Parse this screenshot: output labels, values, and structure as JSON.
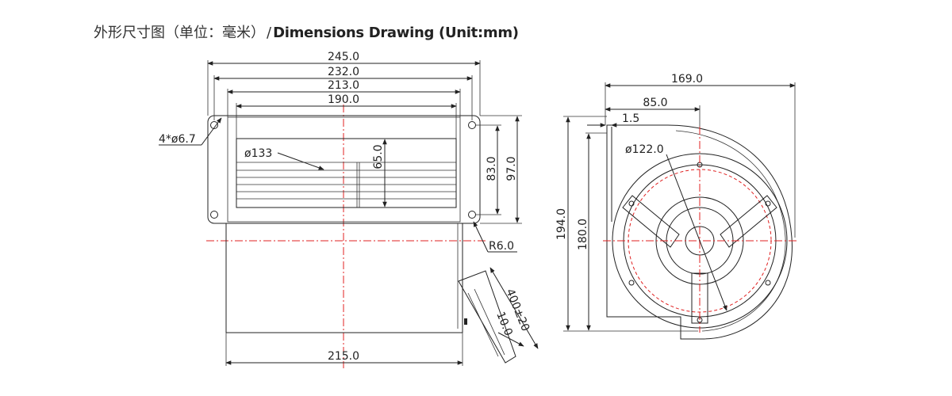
{
  "title": {
    "chinese": "外形尺寸图（单位：毫米）",
    "separator": "/",
    "english": "Dimensions Drawing (Unit:mm)"
  },
  "front_view": {
    "width_overall": "245.0",
    "width_holes": "232.0",
    "width_flange": "213.0",
    "width_inlet": "190.0",
    "mount_holes": "4*ø6.7",
    "impeller_dia": "ø133",
    "inlet_height": "65.0",
    "height_holes": "83.0",
    "height_flange": "97.0",
    "corner_radius": "R6.0",
    "width_housing": "215.0",
    "cable_length": "400±20",
    "cable_strip": "10.0"
  },
  "side_view": {
    "width_total": "169.0",
    "width_center": "85.0",
    "flange_thickness": "1.5",
    "motor_dia": "ø122.0",
    "height_total": "194.0",
    "height_flange": "180.0"
  },
  "colors": {
    "line": "#222222",
    "centerline": "#e02020"
  }
}
